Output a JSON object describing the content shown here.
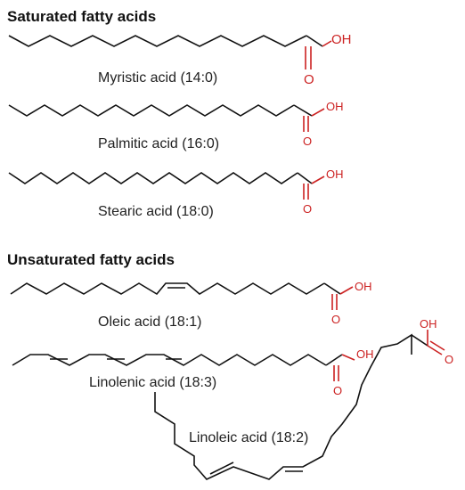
{
  "headings": {
    "saturated": "Saturated fatty acids",
    "unsaturated": "Unsaturated fatty acids"
  },
  "molecules": {
    "myristic": {
      "name": "Myristic acid (14:0)",
      "oh": "OH",
      "o": "O"
    },
    "palmitic": {
      "name": "Palmitic acid (16:0)",
      "oh": "OH",
      "o": "O"
    },
    "stearic": {
      "name": "Stearic acid (18:0)",
      "oh": "OH",
      "o": "O"
    },
    "oleic": {
      "name": "Oleic acid (18:1)",
      "oh": "OH",
      "o": "O"
    },
    "linolenic": {
      "name": "Linolenic acid (18:3)",
      "oh": "OH",
      "o": "O"
    },
    "linoleic": {
      "name": "Linoleic acid (18:2)",
      "oh": "OH",
      "o": "O"
    }
  },
  "colors": {
    "bond": "#111111",
    "oxygen": "#cc2222",
    "text": "#222222"
  }
}
